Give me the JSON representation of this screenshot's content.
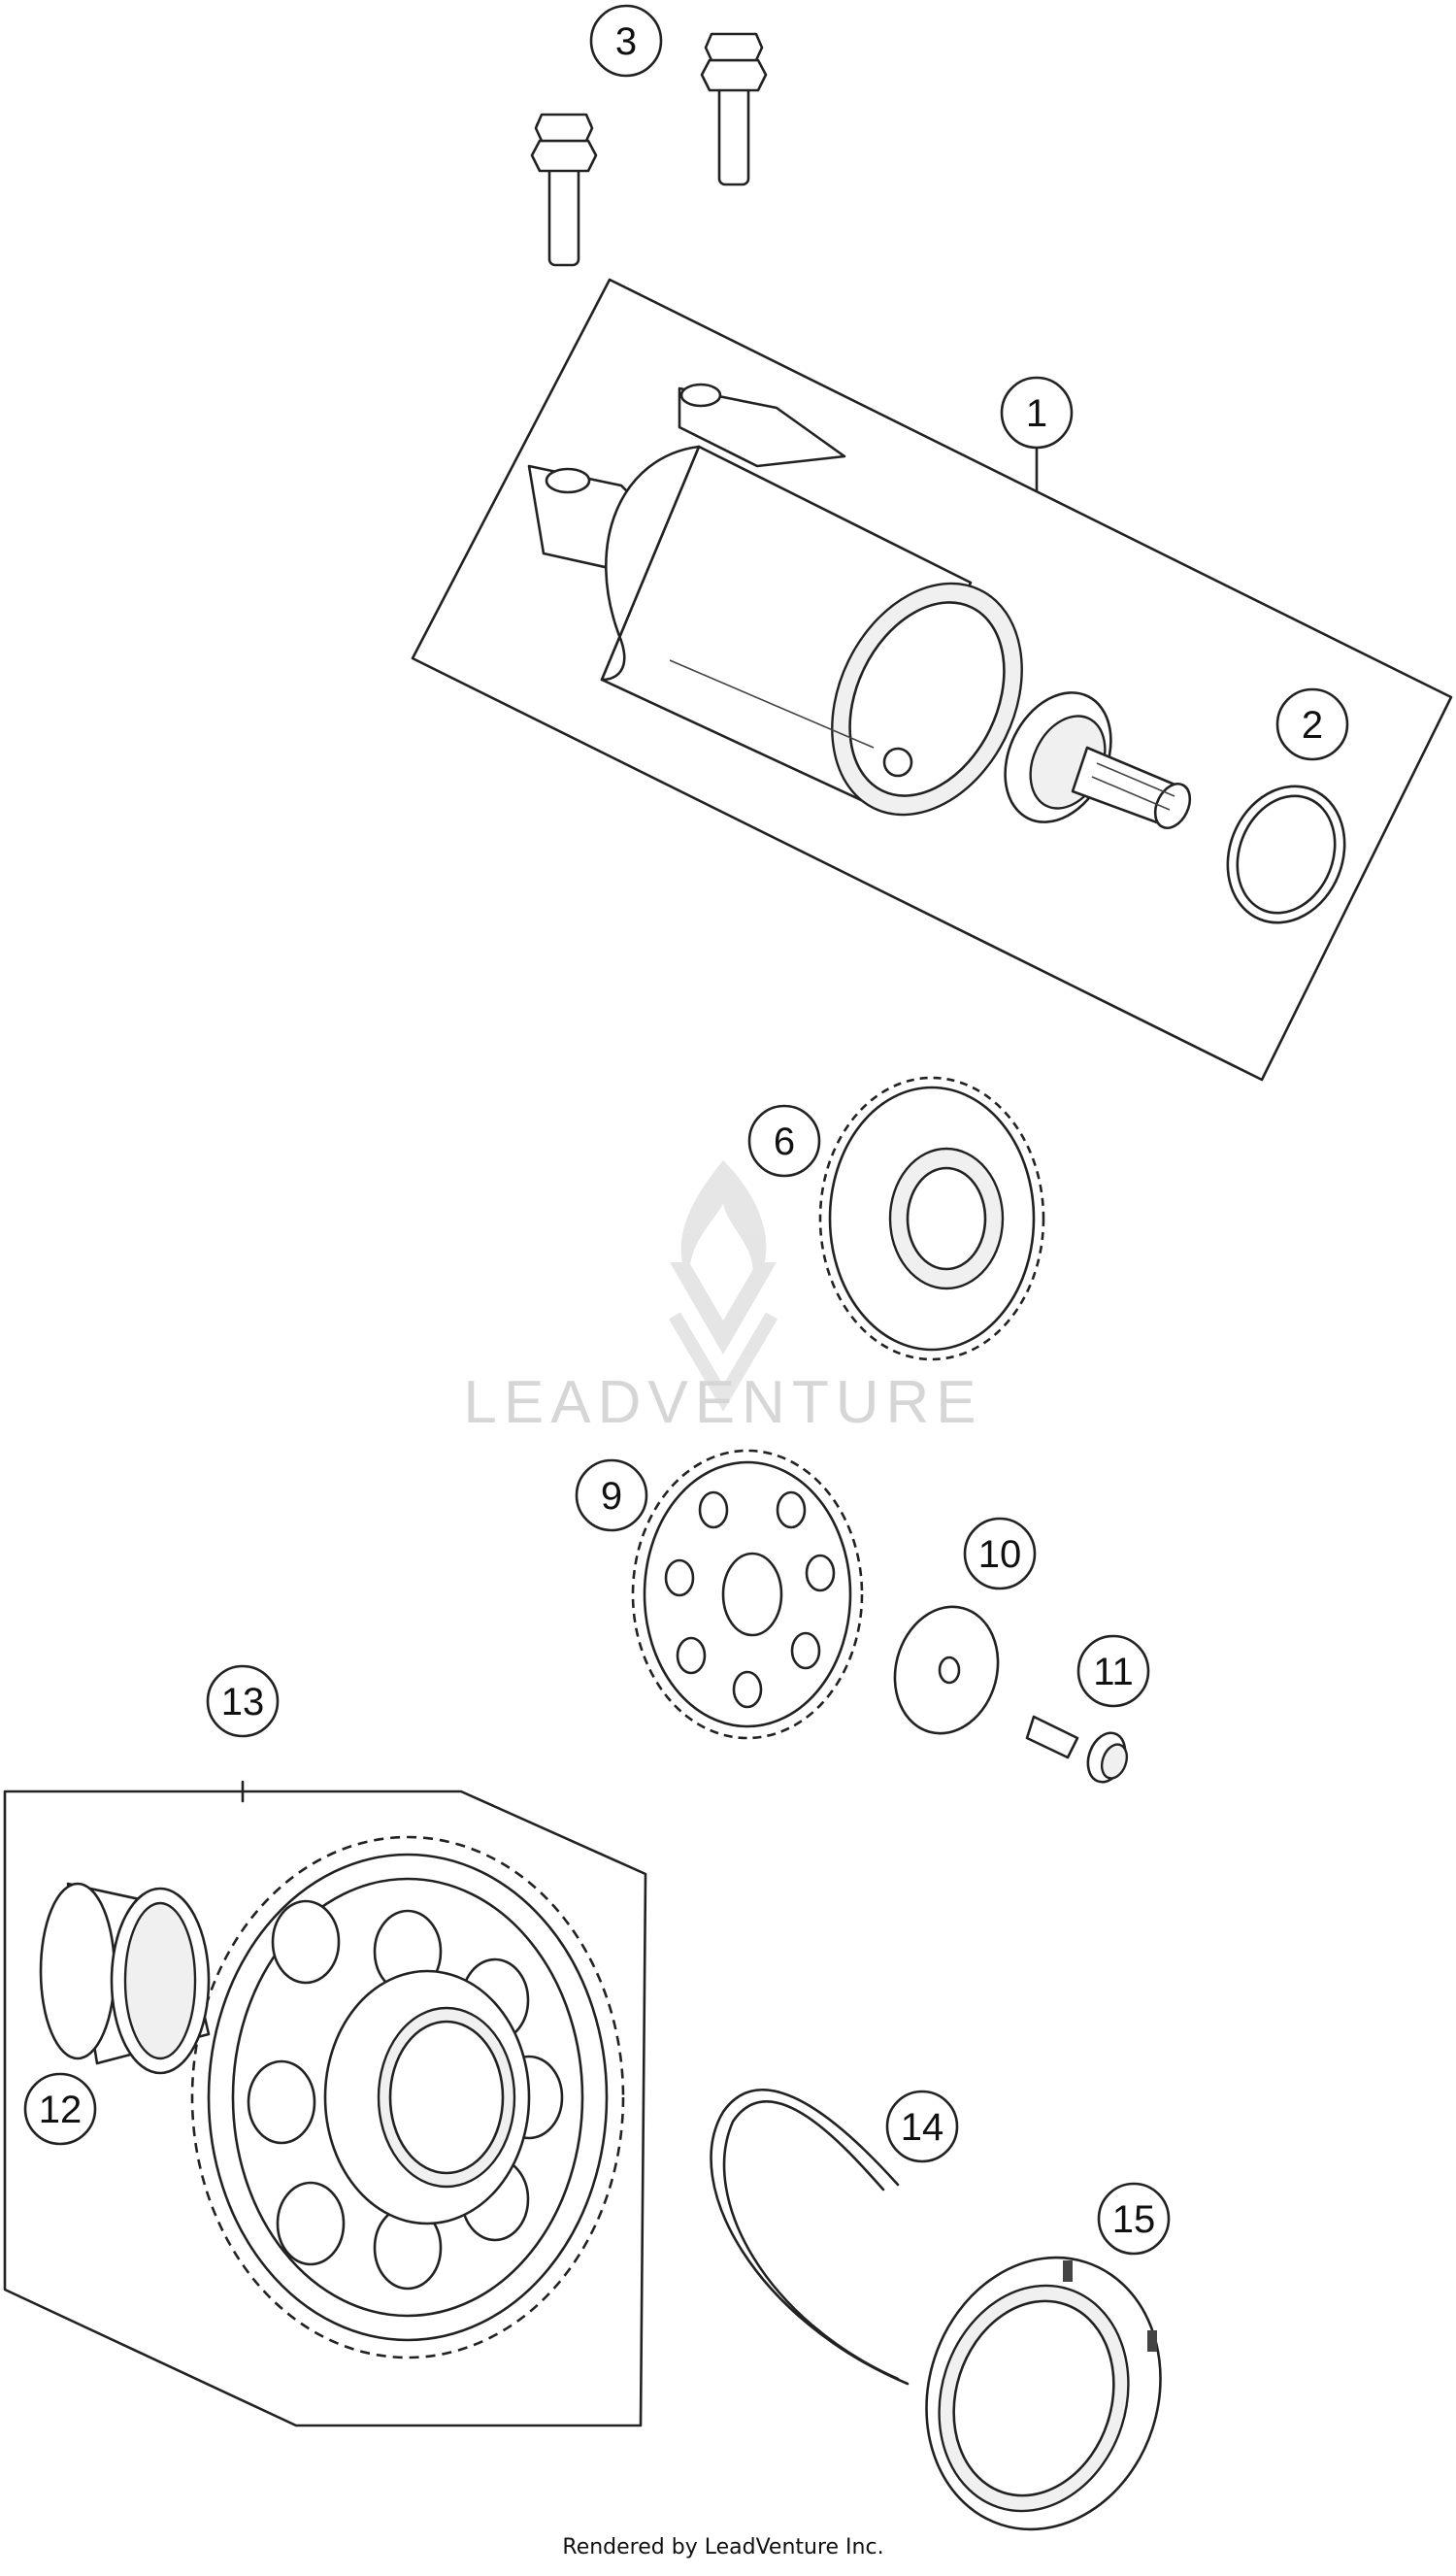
{
  "callouts": [
    {
      "id": "1",
      "label": "1"
    },
    {
      "id": "2",
      "label": "2"
    },
    {
      "id": "3",
      "label": "3"
    },
    {
      "id": "6",
      "label": "6"
    },
    {
      "id": "9",
      "label": "9"
    },
    {
      "id": "10",
      "label": "10"
    },
    {
      "id": "11",
      "label": "11"
    },
    {
      "id": "12",
      "label": "12"
    },
    {
      "id": "13",
      "label": "13"
    },
    {
      "id": "14",
      "label": "14"
    },
    {
      "id": "15",
      "label": "15"
    }
  ],
  "watermark": {
    "text": "LEADVENTURE"
  },
  "footer": {
    "text": "Rendered by LeadVenture Inc."
  },
  "colors": {
    "line": "#222222",
    "watermark": "#d6d6d6",
    "background": "#ffffff"
  }
}
